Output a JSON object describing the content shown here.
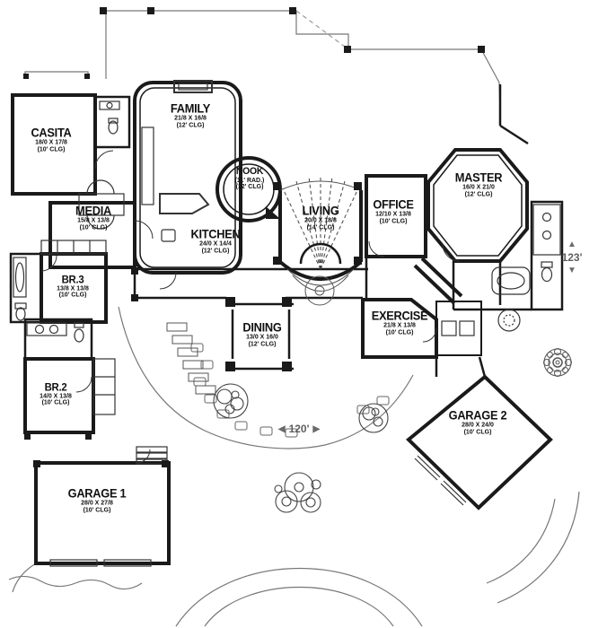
{
  "plan": {
    "rooms": [
      {
        "id": "casita",
        "name": "CASITA",
        "dim": "18/0 X 17/8",
        "clg": "(10' CLG)"
      },
      {
        "id": "media",
        "name": "MEDIA",
        "dim": "15/8 X 13/8",
        "clg": "(10' CLG)"
      },
      {
        "id": "family",
        "name": "FAMILY",
        "dim": "21/8 X 16/8",
        "clg": "(12' CLG)"
      },
      {
        "id": "nook",
        "name": "NOOK",
        "dim": "(11' RAD.)",
        "clg": "(12' CLG)"
      },
      {
        "id": "kitchen",
        "name": "KITCHEN",
        "dim": "24/0 X 14/4",
        "clg": "(12' CLG)"
      },
      {
        "id": "living",
        "name": "LIVING",
        "dim": "20/0 X 18/8",
        "clg": "(14' CLG)"
      },
      {
        "id": "office",
        "name": "OFFICE",
        "dim": "12/10 X 13/8",
        "clg": "(10' CLG)"
      },
      {
        "id": "master",
        "name": "MASTER",
        "dim": "16/0 X 21/0",
        "clg": "(12' CLG)"
      },
      {
        "id": "br3",
        "name": "BR.3",
        "dim": "13/8 X 13/8",
        "clg": "(10' CLG)"
      },
      {
        "id": "br2",
        "name": "BR.2",
        "dim": "14/0 X 13/8",
        "clg": "(10' CLG)"
      },
      {
        "id": "dining",
        "name": "DINING",
        "dim": "13/0 X 16/0",
        "clg": "(12' CLG)"
      },
      {
        "id": "exercise",
        "name": "EXERCISE",
        "dim": "21/8 X 13/8",
        "clg": "(10' CLG)"
      },
      {
        "id": "garage1",
        "name": "GARAGE 1",
        "dim": "28/0 X 27/8",
        "clg": "(10' CLG)"
      },
      {
        "id": "garage2",
        "name": "GARAGE 2",
        "dim": "28/0 X 24/0",
        "clg": "(10' CLG)"
      }
    ],
    "dimensions": {
      "width_label": "120'",
      "height_label": "123'",
      "left_arrow": "◀",
      "right_arrow": "▶",
      "up_arrow": "▲",
      "down_arrow": "▼"
    },
    "colors": {
      "ink": "#1a1a1a",
      "site_line": "#777777",
      "dimension_text": "#5f5f5f",
      "paper": "#ffffff"
    }
  }
}
